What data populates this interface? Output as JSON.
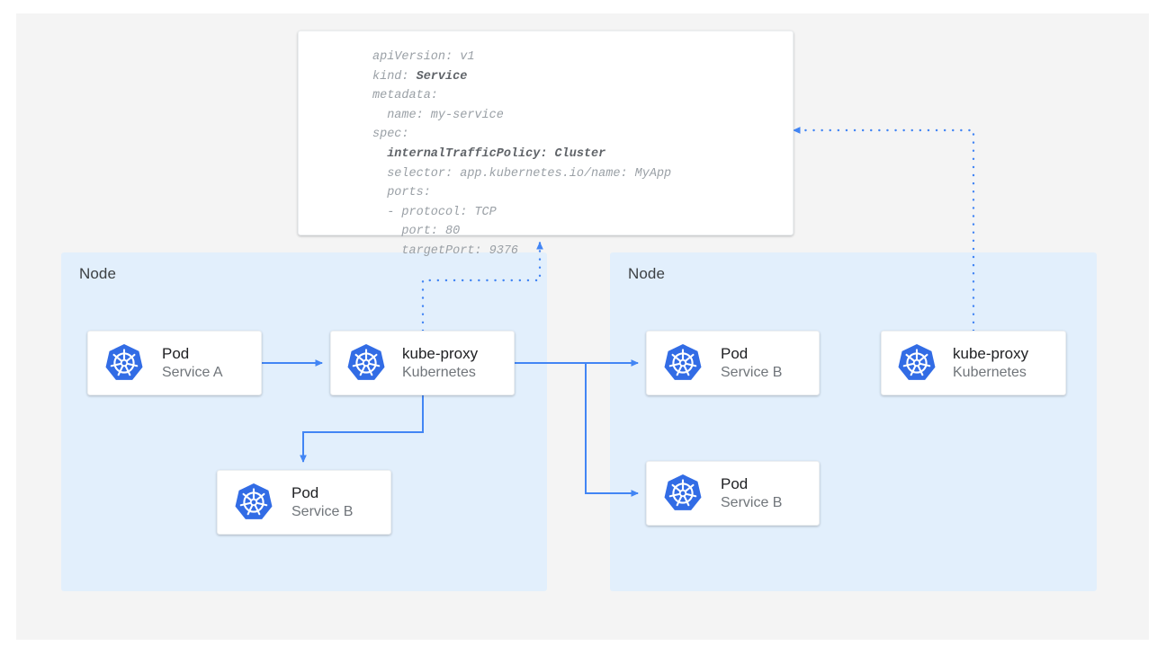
{
  "colors": {
    "page_background": "#ffffff",
    "canvas_background": "#f4f4f4",
    "node_background": "#e2effc",
    "card_background": "#ffffff",
    "arrow_blue": "#4285f4",
    "k8s_blue": "#326ce5",
    "title_text": "#202124",
    "sub_text": "#70757a",
    "yaml_text": "#9aa0a6",
    "yaml_bold_text": "#5f6368"
  },
  "manifest": {
    "lines": [
      {
        "text": "apiVersion: v1",
        "bold": false
      },
      {
        "text": "kind: ",
        "bold_part": "Service"
      },
      {
        "text": "metadata:",
        "bold": false
      },
      {
        "text": "  name: my-service",
        "bold": false
      },
      {
        "text": "spec:",
        "bold": false
      },
      {
        "text": "  internalTrafficPolicy: Cluster",
        "bold": true
      },
      {
        "text": "  selector: app.kubernetes.io/name: MyApp",
        "bold": false
      },
      {
        "text": "  ports:",
        "bold": false
      },
      {
        "text": "  - protocol: TCP",
        "bold": false
      },
      {
        "text": "    port: 80",
        "bold": false
      },
      {
        "text": "    targetPort: 9376",
        "bold": false
      }
    ],
    "api_version": "v1",
    "kind": "Service",
    "metadata_name": "my-service",
    "internal_traffic_policy": "Cluster",
    "selector": "app.kubernetes.io/name: MyApp",
    "protocol": "TCP",
    "port": "80",
    "target_port": "9376"
  },
  "nodes": [
    {
      "label": "Node"
    },
    {
      "label": "Node"
    }
  ],
  "cards": {
    "pod_a": {
      "title": "Pod",
      "sub": "Service A",
      "icon": "kubernetes-icon"
    },
    "kube_proxy_l": {
      "title": "kube-proxy",
      "sub": "Kubernetes",
      "icon": "kubernetes-icon"
    },
    "pod_b_left": {
      "title": "Pod",
      "sub": "Service B",
      "icon": "kubernetes-icon"
    },
    "pod_b_r1": {
      "title": "Pod",
      "sub": "Service B",
      "icon": "kubernetes-icon"
    },
    "pod_b_r2": {
      "title": "Pod",
      "sub": "Service B",
      "icon": "kubernetes-icon"
    },
    "kube_proxy_r": {
      "title": "kube-proxy",
      "sub": "Kubernetes",
      "icon": "kubernetes-icon"
    }
  }
}
